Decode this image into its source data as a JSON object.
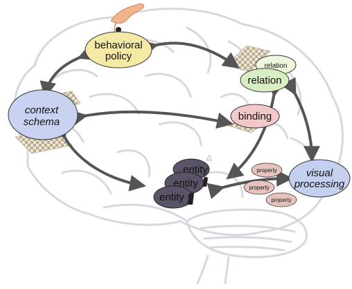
{
  "nodes": {
    "behavioral_policy": {
      "line1": "behavioral",
      "line2": "policy"
    },
    "context_schema": {
      "line1": "context",
      "line2": "schema"
    },
    "relation_back": "relation",
    "relation_front": "relation",
    "binding": "binding",
    "entity_back": "entity",
    "entity_mid": "entity",
    "entity_front": "entity",
    "visual_processing": {
      "line1": "visual",
      "line2": "processing"
    },
    "property_1": "property",
    "property_2": "property",
    "property_3": "property"
  },
  "colors": {
    "behavioral_policy": "#f4eaa6",
    "context_schema": "#c9d2f0",
    "relation_back": "#eef6dc",
    "relation_front": "#d7eec3",
    "binding": "#f3c8c8",
    "entity": "#5b5368",
    "visual_processing": "#c5cff0",
    "property": "#e7c3bd",
    "arrow": "#555555",
    "brain_outline": "#d6d8de",
    "hand": "#f2b48a"
  },
  "icons": [
    "brain-outline-icon",
    "hand-icon",
    "chess-piece-icon",
    "chessboard-icon"
  ]
}
